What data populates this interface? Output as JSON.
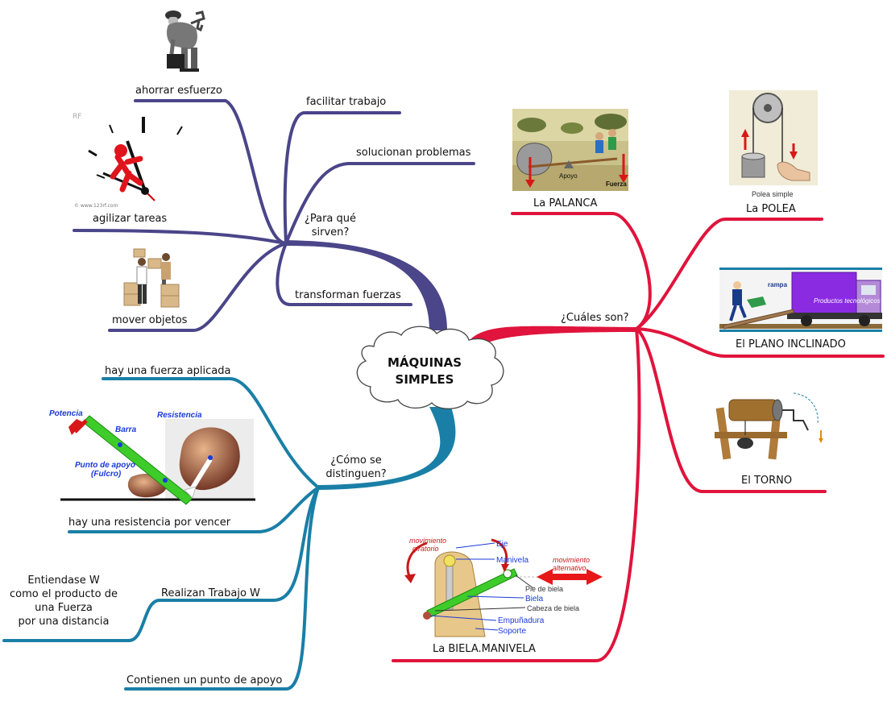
{
  "central": {
    "line1": "MÁQUINAS",
    "line2": "SIMPLES"
  },
  "branches": {
    "para_que": {
      "title": "¿Para qué sirven?",
      "color": "#4b4589",
      "children": [
        "ahorrar esfuerzo",
        "facilitar trabajo",
        "solucionan problemas",
        "agilizar tareas",
        "mover objetos",
        "transforman fuerzas"
      ]
    },
    "cuales": {
      "title": "¿Cuáles son?",
      "color": "#e0143c",
      "children": [
        "La PALANCA",
        "La POLEA",
        "El PLANO INCLINADO",
        "El TORNO",
        "La BIELA.MANIVELA"
      ]
    },
    "como": {
      "title": "¿Cómo se distinguen?",
      "color": "#1a7fa6",
      "children": [
        "hay una fuerza aplicada",
        "hay una resistencia por vencer",
        "Realizan Trabajo W",
        "Contienen un punto de apoyo"
      ],
      "note": [
        "Entiendase W",
        "como el producto de",
        "una Fuerza",
        "por una distancia"
      ]
    }
  },
  "images": {
    "palanca": {
      "apoyo": "Apoyo",
      "fuerza": "Fuerza"
    },
    "polea": {
      "caption": "Polea simple"
    },
    "plano": {
      "rampa": "rampa",
      "truck": "Productos tecnológicos"
    },
    "lever_diagram": {
      "potencia": "Potencia",
      "barra": "Barra",
      "resistencia": "Resistencia",
      "apoyo1": "Punto de apoyo",
      "apoyo2": "(Fulcro)"
    },
    "biela": {
      "mov_gir1": "movimiento",
      "mov_gir2": "giratorio",
      "eje": "Eje",
      "manivela": "Manivela",
      "mov_alt1": "movimiento",
      "mov_alt2": "alternativo",
      "pie": "Pie de biela",
      "biela": "Biela",
      "cabeza": "Cabeza de biela",
      "empunadura": "Empuñadura",
      "soporte": "Soporte"
    },
    "clock": {
      "rf": "RF",
      "credit": "© www.123rf.com"
    }
  }
}
